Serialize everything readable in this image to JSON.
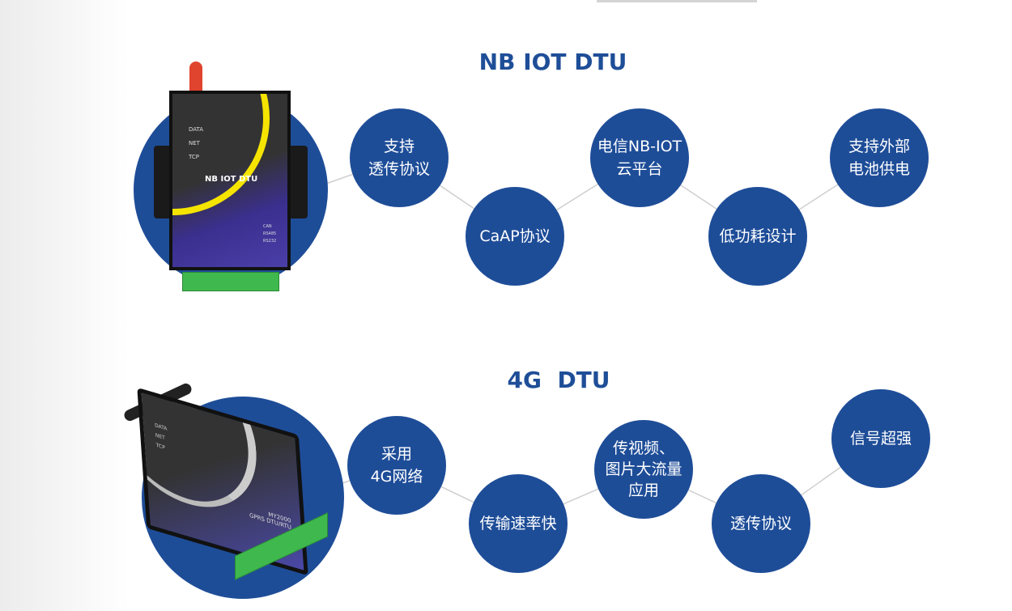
{
  "sections": [
    {
      "title": "NB IOT DTU",
      "device": {
        "label": "NB IOT DTU",
        "leds": [
          "DATA",
          "NET",
          "TCP"
        ],
        "ports": [
          "CAN",
          "RS485",
          "RS232"
        ]
      },
      "features": [
        "支持\n透传协议",
        "CaAP协议",
        "电信NB-IOT\n云平台",
        "低功耗设计",
        "支持外部\n电池供电"
      ]
    },
    {
      "title": "4G  DTU",
      "device": {
        "label": "MY2000",
        "sublabel": "GPRS DTU/RTU",
        "leds": [
          "DATA",
          "NET",
          "TCP"
        ]
      },
      "features": [
        "采用\n4G网络",
        "传输速率快",
        "传视频、\n图片大流量\n应用",
        "透传协议",
        "信号超强"
      ]
    }
  ],
  "colors": {
    "accent": "#1e4d98",
    "title": "#1f4e98"
  }
}
